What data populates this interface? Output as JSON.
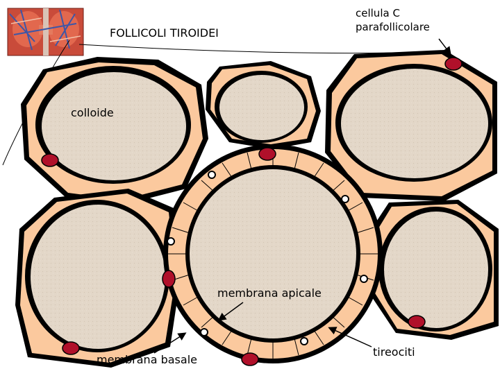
{
  "labels": {
    "title": "FOLLICOLI TIROIDEI",
    "c_cell_line1": "cellula C",
    "c_cell_line2": "parafollicolare",
    "colloid": "colloide",
    "apical_membrane": "membrana apicale",
    "basal_membrane": "membrana basale",
    "thyrocytes": "tireociti"
  },
  "icons": {
    "thumbnail": "thyroid-gland-thumbnail-icon",
    "follicle": "follicle-icon",
    "c_cell": "c-cell-icon",
    "vesicle": "vesicle-icon",
    "arrow": "arrow-icon"
  },
  "colors": {
    "colloid": "#e3d7c8",
    "epithelium": "#fbc99e",
    "outline": "#000000",
    "c_cell": "#b0102a",
    "thumbnail_bg": "#c94b3a"
  }
}
